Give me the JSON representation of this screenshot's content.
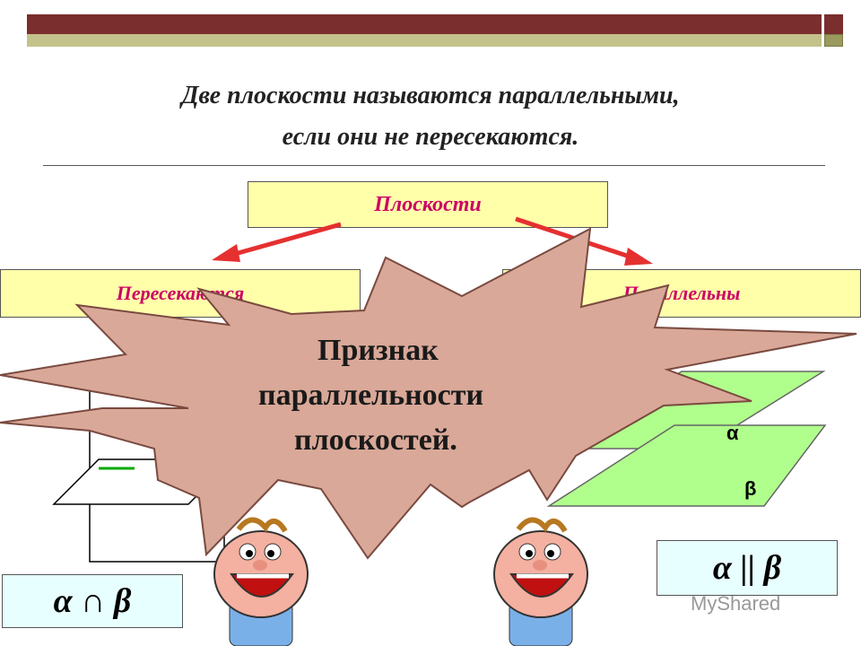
{
  "slide": {
    "definition_line1": "Две плоскости называются параллельными,",
    "definition_line2": "если они не пересекаются.",
    "diagram": {
      "root": "Плоскости",
      "left": "Пересекаются",
      "right": "Параллельны"
    },
    "burst": {
      "line1": "Признак",
      "line2": "параллельности",
      "line3": "плоскостей."
    },
    "left_formula": "α ∩ β",
    "right_formula": "α || β",
    "plane_labels": {
      "alpha": "α",
      "beta": "β"
    }
  },
  "watermark": "MyShared",
  "colors": {
    "title_bar": "#7a2e2e",
    "title_strip": "#c2c28a",
    "box_fill": "#ffffaa",
    "box_text": "#cc0066",
    "formula_fill": "#e8ffff",
    "plane_fill": "#b0ff8c",
    "burst_fill": "#d9a898",
    "arrow": "#e53030"
  },
  "icons": [
    "boy-cartoon-icon",
    "arrow-icon"
  ]
}
